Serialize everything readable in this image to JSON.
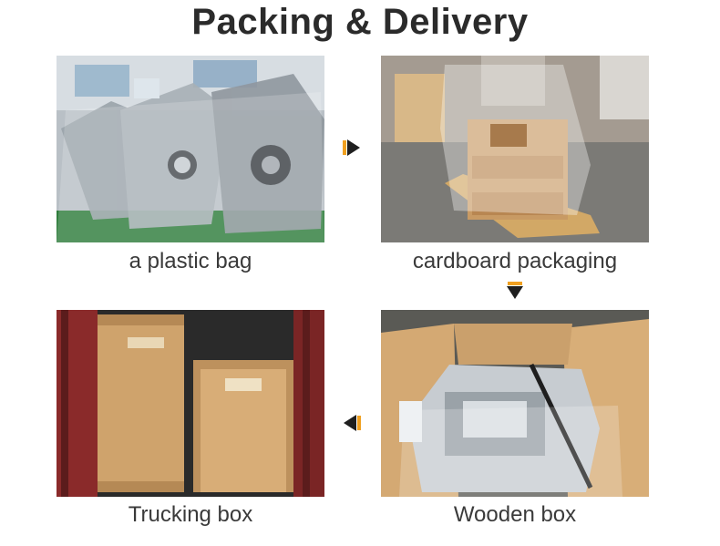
{
  "page": {
    "title": "Packing & Delivery"
  },
  "steps": [
    {
      "caption": "a plastic bag"
    },
    {
      "caption": "cardboard packaging"
    },
    {
      "caption": "Wooden box"
    },
    {
      "caption": "Trucking box"
    }
  ],
  "colors": {
    "title": "#2b2b2b",
    "caption": "#3a3a3a",
    "arrow_fill": "#1f1f1f",
    "arrow_accent": "#f0a020",
    "wood": "#d9b27c"
  },
  "icons": {
    "arrow_right": "arrow-right-icon",
    "arrow_down": "arrow-down-icon",
    "arrow_left": "arrow-left-icon"
  }
}
